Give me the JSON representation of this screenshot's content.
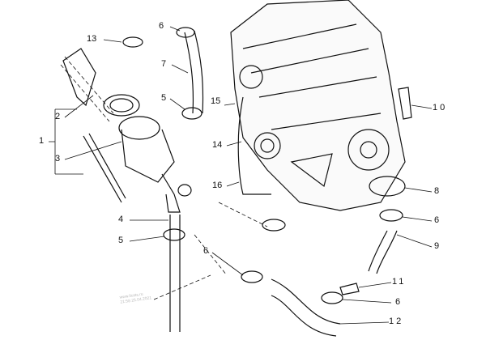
{
  "callouts": [
    "13",
    "6",
    "7",
    "5",
    "15",
    "14",
    "16",
    "10",
    "8",
    "6",
    "9",
    "2",
    "1",
    "3",
    "4",
    "5",
    "6",
    "11",
    "6",
    "12"
  ],
  "watermark": {
    "line1": "www.ilcats.ru",
    "line2": "21:58 25.04.2021"
  }
}
